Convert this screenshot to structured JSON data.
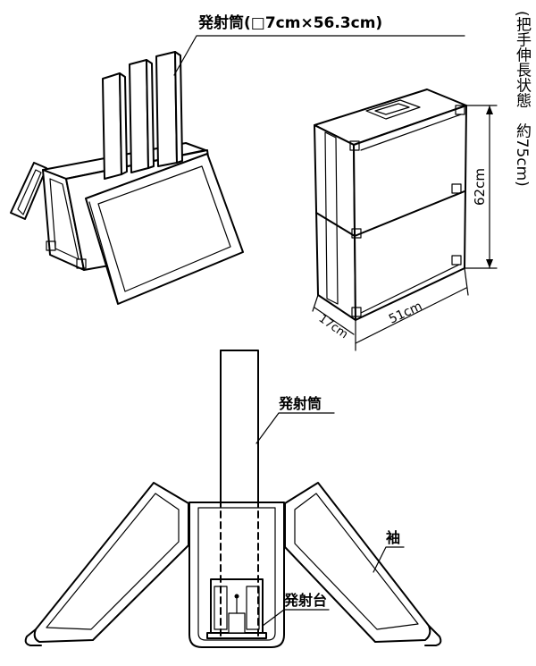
{
  "labels": {
    "tube_top": "発射筒(□7cm×56.3cm)",
    "vertical_note": "(把手伸長状態　約75cm)",
    "dim_height": "62cm",
    "dim_width": "51cm",
    "dim_depth": "17cm",
    "tube_bottom": "発射筒",
    "sleeve": "袖",
    "launch_base": "発射台"
  }
}
